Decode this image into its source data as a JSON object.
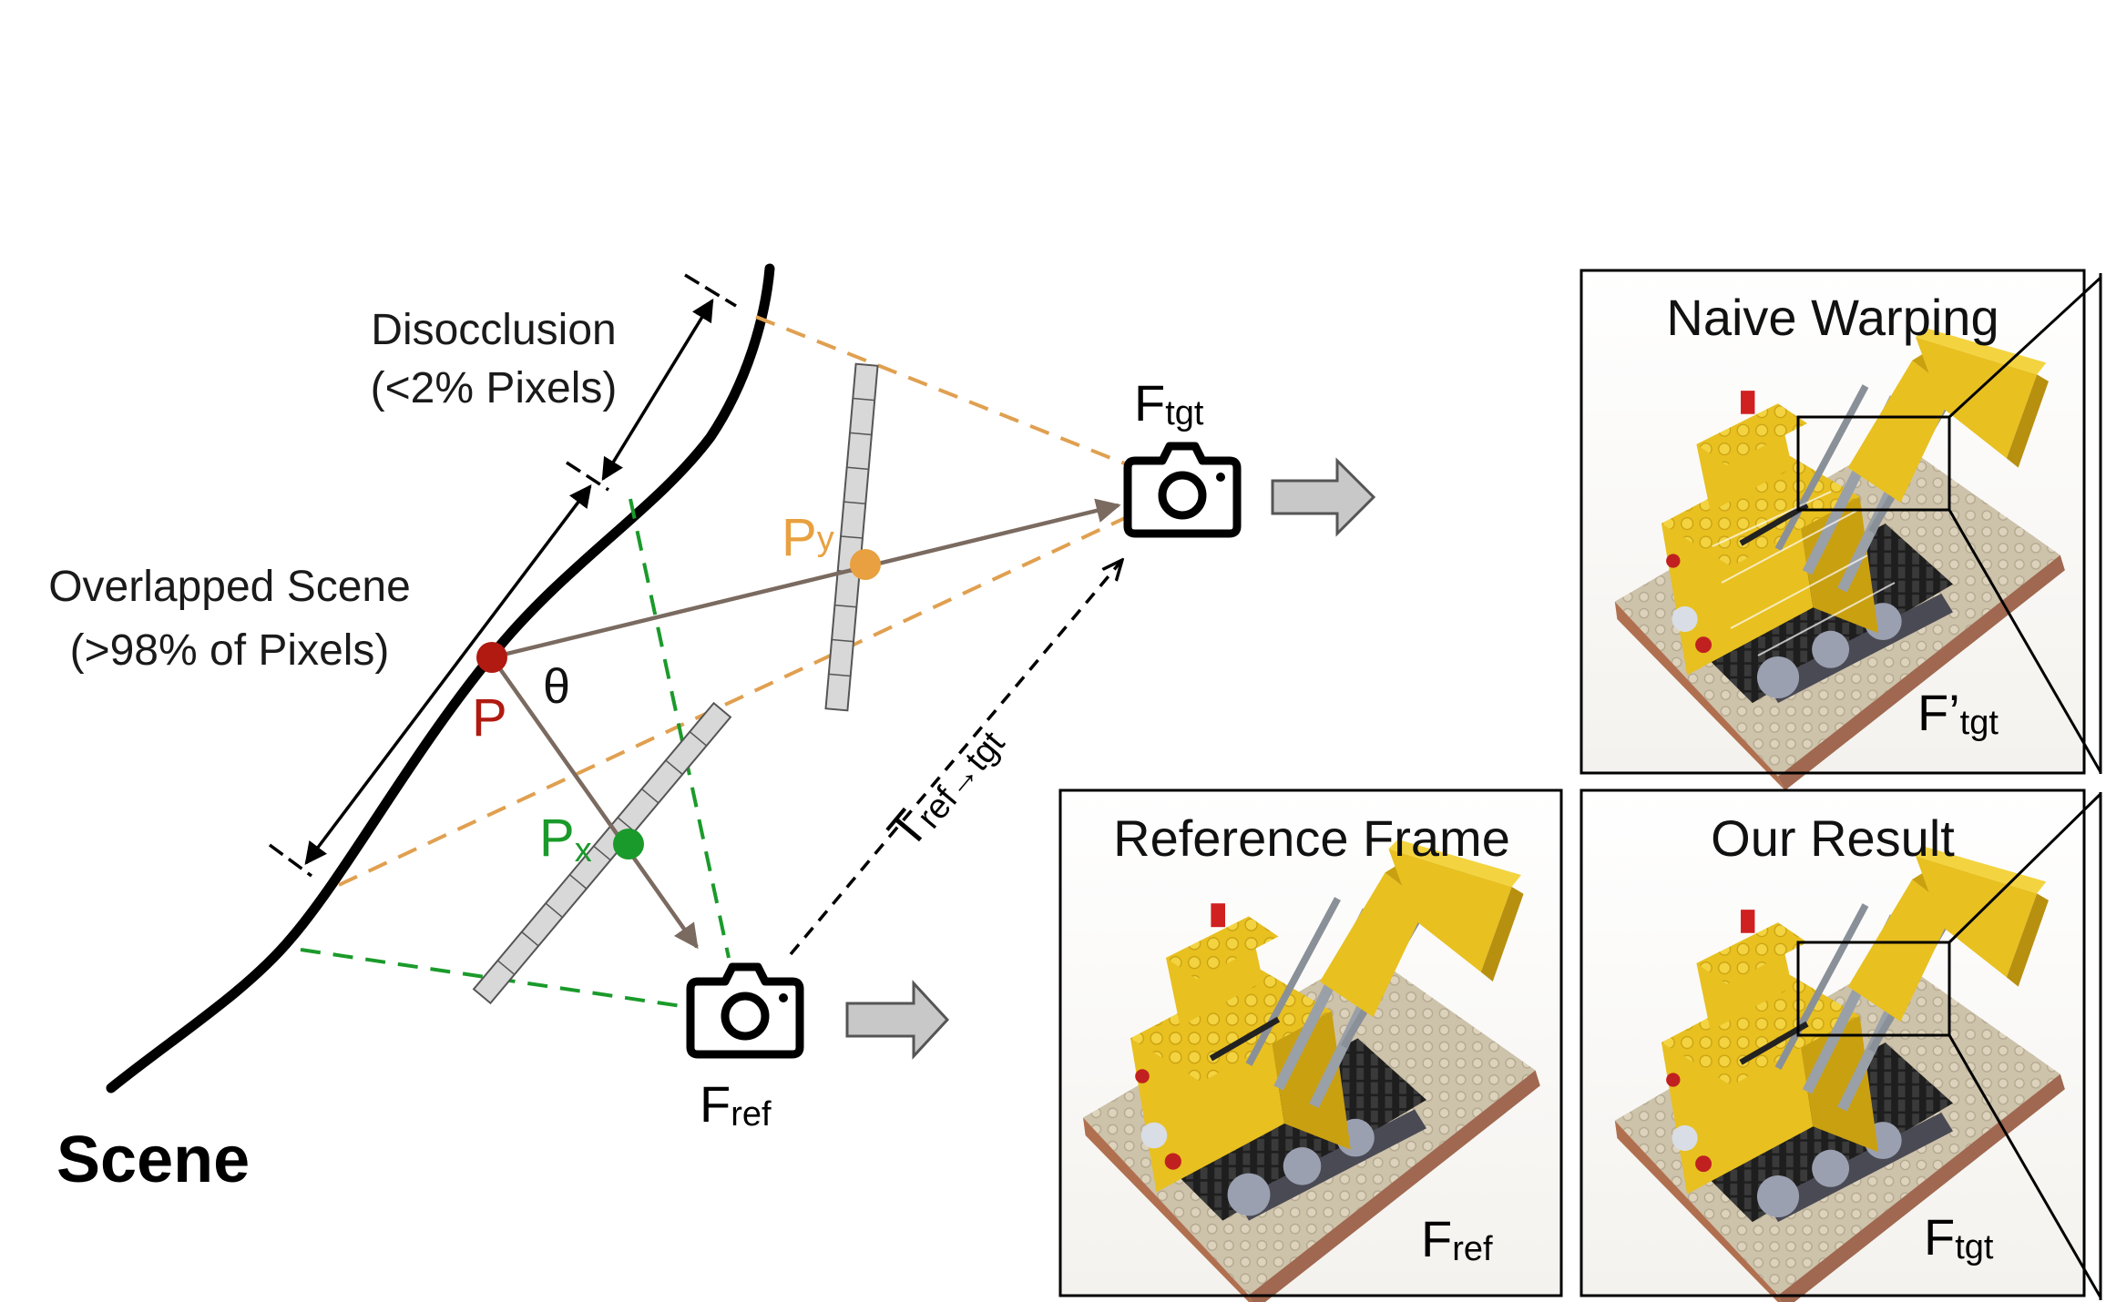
{
  "scene": {
    "title": "Scene",
    "disocclusion_line1": "Disocclusion",
    "disocclusion_line2": "(<2% Pixels)",
    "overlap_line1": "Overlapped Scene",
    "overlap_line2": "(>98% of Pixels)"
  },
  "points": {
    "p": "P",
    "px_main": "P",
    "px_sub": "x",
    "py_main": "P",
    "py_sub": "y",
    "theta": "θ"
  },
  "cameras": {
    "target_main": "F",
    "target_sub": "tgt",
    "reference_main": "F",
    "reference_sub": "ref"
  },
  "transform": {
    "main": "T",
    "sub": "ref→tgt"
  },
  "panels": {
    "naive": {
      "title": "Naive Warping",
      "label_main": "F’",
      "label_sub": "tgt"
    },
    "reference": {
      "title": "Reference Frame",
      "label_main": "F",
      "label_sub": "ref"
    },
    "ours": {
      "title": "Our Result",
      "label_main": "F",
      "label_sub": "tgt"
    }
  },
  "colors": {
    "p_point": "#b01a10",
    "px_point": "#1a9a2a",
    "py_point": "#e8a040",
    "orange_dash": "#e0a050",
    "green_dash": "#1a9a2a",
    "ray": "#7a6a60",
    "lego_yellow": "#e8c020",
    "baseplate": "#cfc4ae"
  },
  "icons": [
    "camera-icon",
    "arrow-right-icon",
    "lego-bulldozer-image"
  ]
}
